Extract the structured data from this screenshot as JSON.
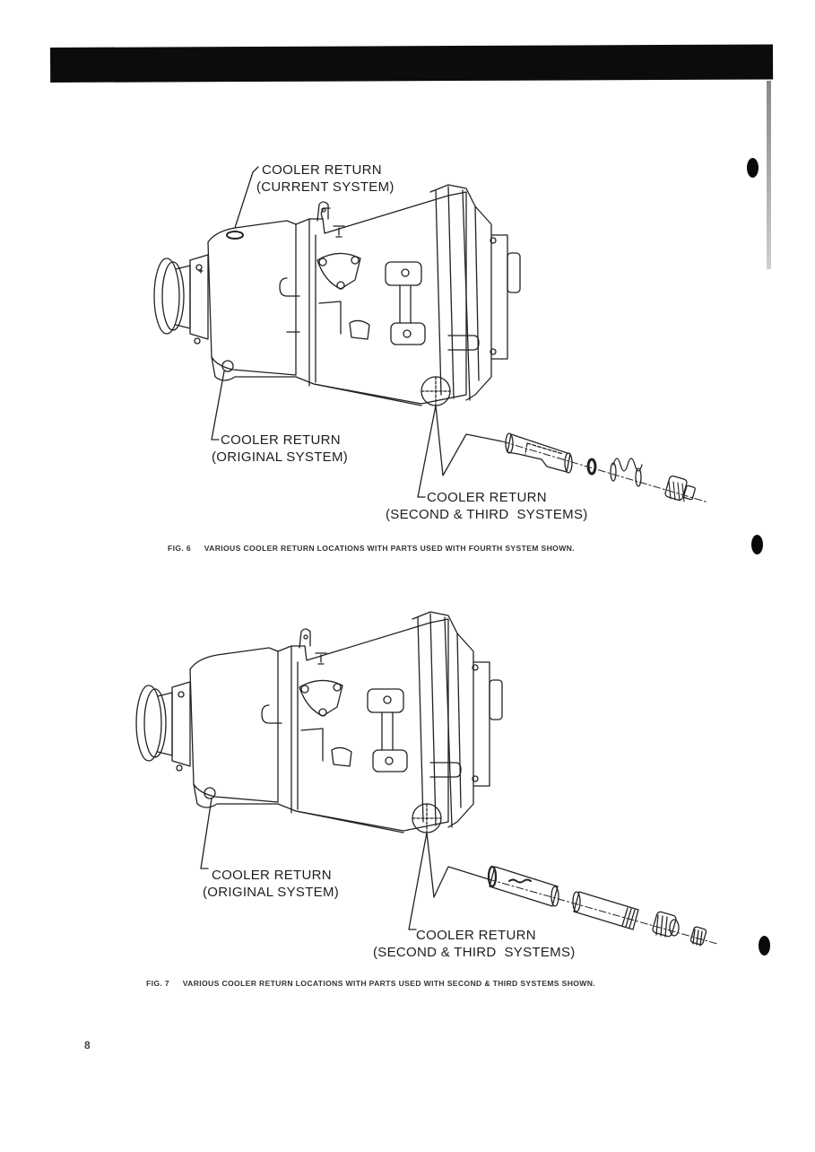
{
  "page": {
    "page_number": "8",
    "header_bar_color": "#0c0c0c",
    "background_color": "#ffffff"
  },
  "figures": [
    {
      "id": "fig6",
      "caption_number": "FIG. 6",
      "caption_text": "VARIOUS COOLER RETURN LOCATIONS WITH PARTS USED WITH FOURTH SYSTEM SHOWN.",
      "callouts": [
        {
          "line1": "COOLER RETURN",
          "line2": "(CURRENT SYSTEM)"
        },
        {
          "line1": "COOLER RETURN",
          "line2": "(ORIGINAL SYSTEM)"
        },
        {
          "line1": "COOLER RETURN",
          "line2": "(SECOND & THIRD  SYSTEMS)"
        }
      ],
      "illustration": "transmission-with-fourth-system-parts",
      "parts": [
        "tube-with-slot",
        "washer",
        "spring",
        "threaded-plug"
      ]
    },
    {
      "id": "fig7",
      "caption_number": "FIG. 7",
      "caption_text": "VARIOUS COOLER RETURN LOCATIONS WITH PARTS USED WITH SECOND & THIRD SYSTEMS SHOWN.",
      "callouts": [
        {
          "line1": "COOLER RETURN",
          "line2": "(ORIGINAL SYSTEM)"
        },
        {
          "line1": "COOLER RETURN",
          "line2": "(SECOND & THIRD  SYSTEMS)"
        }
      ],
      "illustration": "transmission-with-second-third-system-parts",
      "parts": [
        "screen-tube",
        "nipple",
        "bushing",
        "reducer-fitting"
      ]
    }
  ]
}
